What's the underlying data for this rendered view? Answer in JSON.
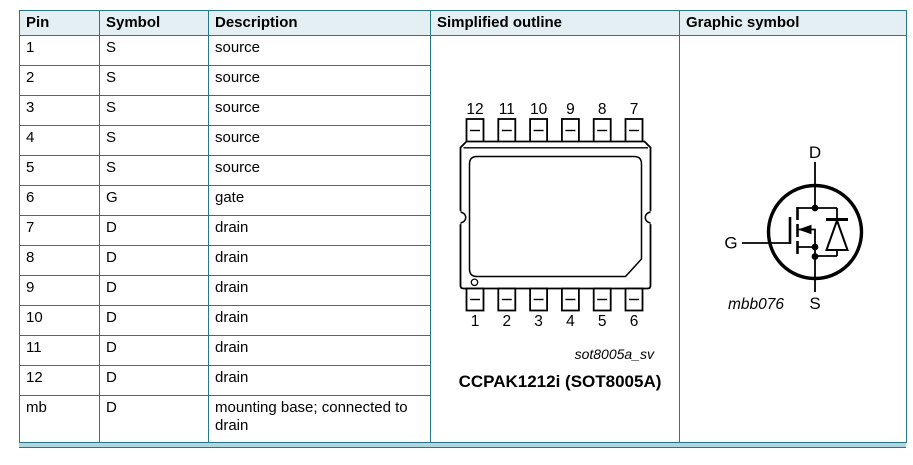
{
  "colors": {
    "table_border": "#257789",
    "header_background": "#e3eff2",
    "bottom_band": "#b0d5dc",
    "ink": "#000000"
  },
  "table": {
    "headers": [
      "Pin",
      "Symbol",
      "Description",
      "Simplified outline",
      "Graphic symbol"
    ],
    "rows": [
      {
        "pin": "1",
        "symbol": "S",
        "description": "source"
      },
      {
        "pin": "2",
        "symbol": "S",
        "description": "source"
      },
      {
        "pin": "3",
        "symbol": "S",
        "description": "source"
      },
      {
        "pin": "4",
        "symbol": "S",
        "description": "source"
      },
      {
        "pin": "5",
        "symbol": "S",
        "description": "source"
      },
      {
        "pin": "6",
        "symbol": "G",
        "description": "gate"
      },
      {
        "pin": "7",
        "symbol": "D",
        "description": "drain"
      },
      {
        "pin": "8",
        "symbol": "D",
        "description": "drain"
      },
      {
        "pin": "9",
        "symbol": "D",
        "description": "drain"
      },
      {
        "pin": "10",
        "symbol": "D",
        "description": "drain"
      },
      {
        "pin": "11",
        "symbol": "D",
        "description": "drain"
      },
      {
        "pin": "12",
        "symbol": "D",
        "description": "drain"
      },
      {
        "pin": "mb",
        "symbol": "D",
        "description": "mounting base; connected to drain"
      }
    ]
  },
  "outline": {
    "top_pin_numbers": [
      "12",
      "11",
      "10",
      "9",
      "8",
      "7"
    ],
    "bottom_pin_numbers": [
      "1",
      "2",
      "3",
      "4",
      "5",
      "6"
    ],
    "drawing_code": "sot8005a_sv",
    "caption": "CCPAK1212i (SOT8005A)"
  },
  "symbol": {
    "drain_label": "D",
    "gate_label": "G",
    "source_label": "S",
    "drawing_code": "mbb076"
  }
}
